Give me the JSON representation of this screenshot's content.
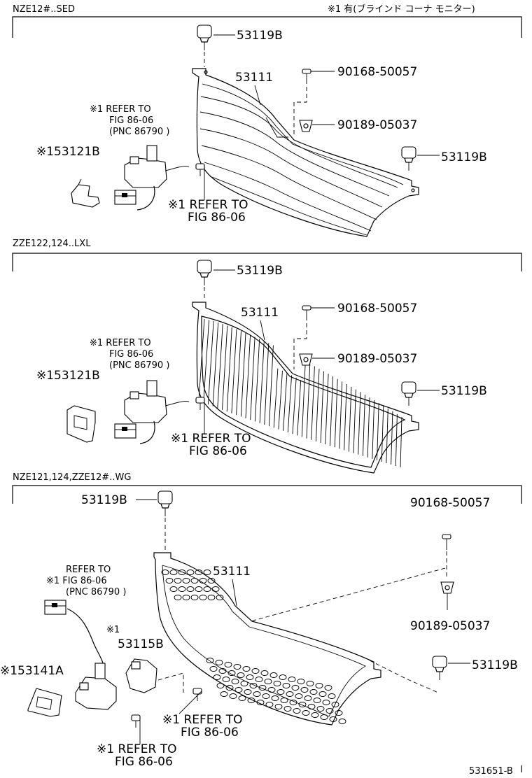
{
  "top_note": "※1 有(ブラインド コーナ モニター)",
  "footer_code": "531651-B",
  "sections": [
    {
      "title": "NZE12#..SED",
      "labels": {
        "clip_top": "53119B",
        "grille": "53111",
        "screw": "90168-50057",
        "nut": "90189-05037",
        "clip_right": "53119B",
        "bracket": "※153121B",
        "ref_a1": "※1 REFER TO",
        "ref_a2": "FIG  86-06",
        "ref_a3": "(PNC 86790 )",
        "ref_b1": "※1 REFER TO",
        "ref_b2": "FIG  86-06"
      }
    },
    {
      "title": "ZZE122,124..LXL",
      "labels": {
        "clip_top": "53119B",
        "grille": "53111",
        "screw": "90168-50057",
        "nut": "90189-05037",
        "clip_right": "53119B",
        "bracket": "※153121B",
        "ref_a1": "※1 REFER TO",
        "ref_a2": "FIG  86-06",
        "ref_a3": "(PNC 86790 )",
        "ref_b1": "※1 REFER TO",
        "ref_b2": "FIG  86-06"
      }
    },
    {
      "title": "NZE121,124,ZZE12#..WG",
      "labels": {
        "clip_top": "53119B",
        "grille": "53111",
        "screw": "90168-50057",
        "nut": "90189-05037",
        "clip_right": "53119B",
        "bracket": "※153141A",
        "bracket2_mark": "※1",
        "bracket2": "53115B",
        "ref_a1": "REFER TO",
        "ref_a2": "※1 FIG  86-06",
        "ref_a3": "(PNC 86790 )",
        "ref_b1": "※1  REFER TO",
        "ref_b2": "FIG  86-06",
        "ref_c1": "※1  REFER TO",
        "ref_c2": "FIG  86-06"
      }
    }
  ]
}
